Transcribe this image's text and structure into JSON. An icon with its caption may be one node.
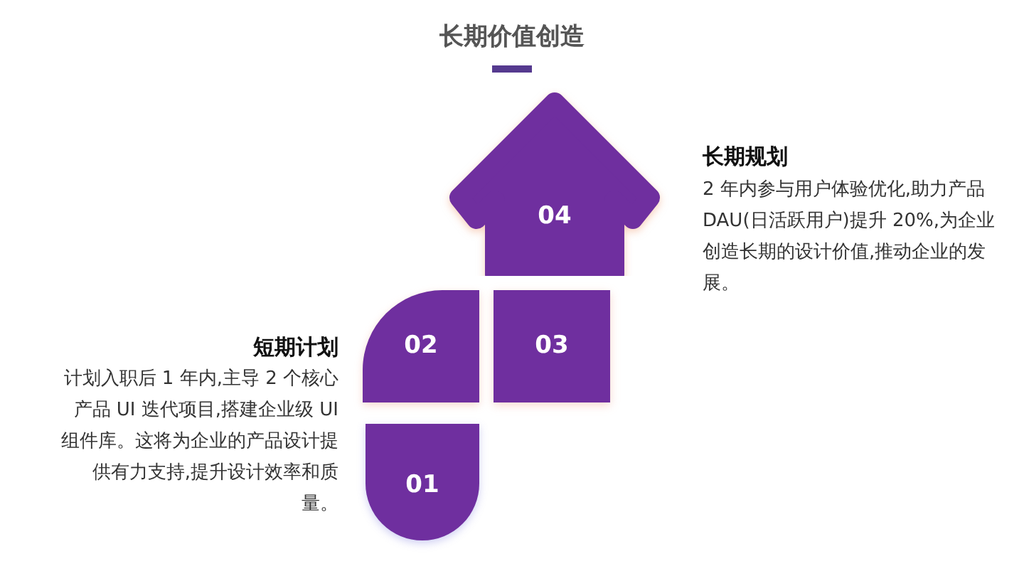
{
  "diagram": {
    "title": "长期价值创造",
    "nodes": [
      {
        "text": [
          "01"
        ]
      },
      {
        "text": [
          "02"
        ]
      },
      {
        "text": [
          "03"
        ]
      },
      {
        "text": [
          "04"
        ]
      }
    ],
    "labels": [
      "长期规划",
      "2 年内参与用户体验优化,助力产品 DAU(日活跃用户)提升 20%,为企业创造长期的设计价值,推动企业的发展。",
      "短期计划",
      "计划入职后 1 年内,主导 2 个核心产品 UI 迭代项目,搭建企业级 UI 组件库。这将为企业的产品设计提供有力支持,提升设计效率和质量。"
    ]
  }
}
